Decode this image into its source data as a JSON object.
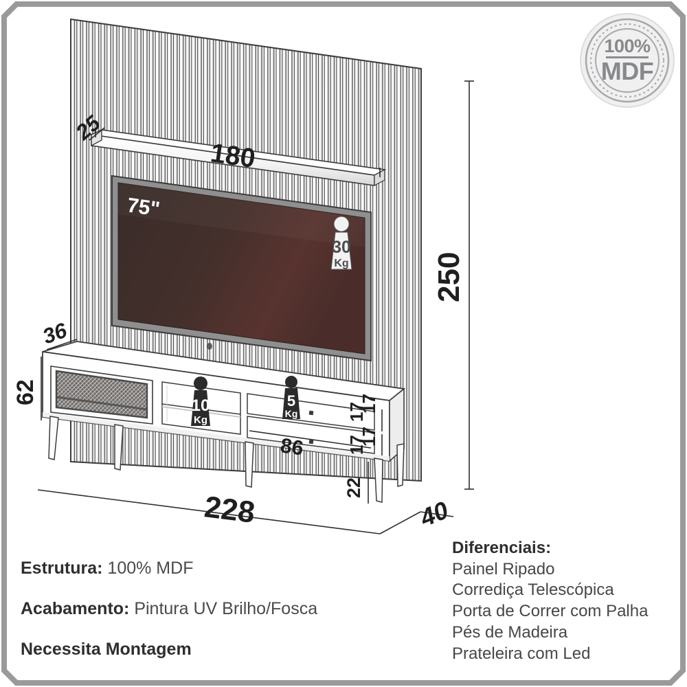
{
  "product": {
    "type": "home-theater-panel-with-tv-stand",
    "tv_size_label": "75\"",
    "panel_style": "ripado"
  },
  "badge": {
    "line1": "100%",
    "line2": "MDF",
    "color": "#87898c"
  },
  "dimensions": {
    "shelf_depth": "25",
    "shelf_width": "180",
    "panel_height": "250",
    "stand_depth_top": "36",
    "stand_height": "62",
    "total_width": "228",
    "side_depth": "40",
    "drawer_width": "86",
    "drawer_h1": "17",
    "drawer_h2": "17",
    "drawer_h3": "17",
    "drawer_h4": "17",
    "leg_height": "22"
  },
  "load_capacity": [
    {
      "value": "30",
      "unit": "Kg",
      "location": "tv-panel"
    },
    {
      "value": "10",
      "unit": "Kg",
      "location": "open-shelf"
    },
    {
      "value": "5",
      "unit": "Kg",
      "location": "drawer"
    }
  ],
  "specs": [
    {
      "label": "Estrutura:",
      "value": "100% MDF"
    },
    {
      "label": "Acabamento:",
      "value": "Pintura UV Brilho/Fosca"
    },
    {
      "label": "Necessita Montagem",
      "value": ""
    }
  ],
  "differentials": {
    "title": "Diferenciais:",
    "items": [
      "Painel Ripado",
      "Corrediça Telescópica",
      "Porta de Correr com Palha",
      "Pés de Madeira",
      "Prateleira com Led"
    ]
  },
  "colors": {
    "screen_dark": "#3b2d2a",
    "screen_light": "#5a3430",
    "outline": "#3c3c3c",
    "frame": "#9a9a9a",
    "badge_fill": "#2b2b2b"
  }
}
